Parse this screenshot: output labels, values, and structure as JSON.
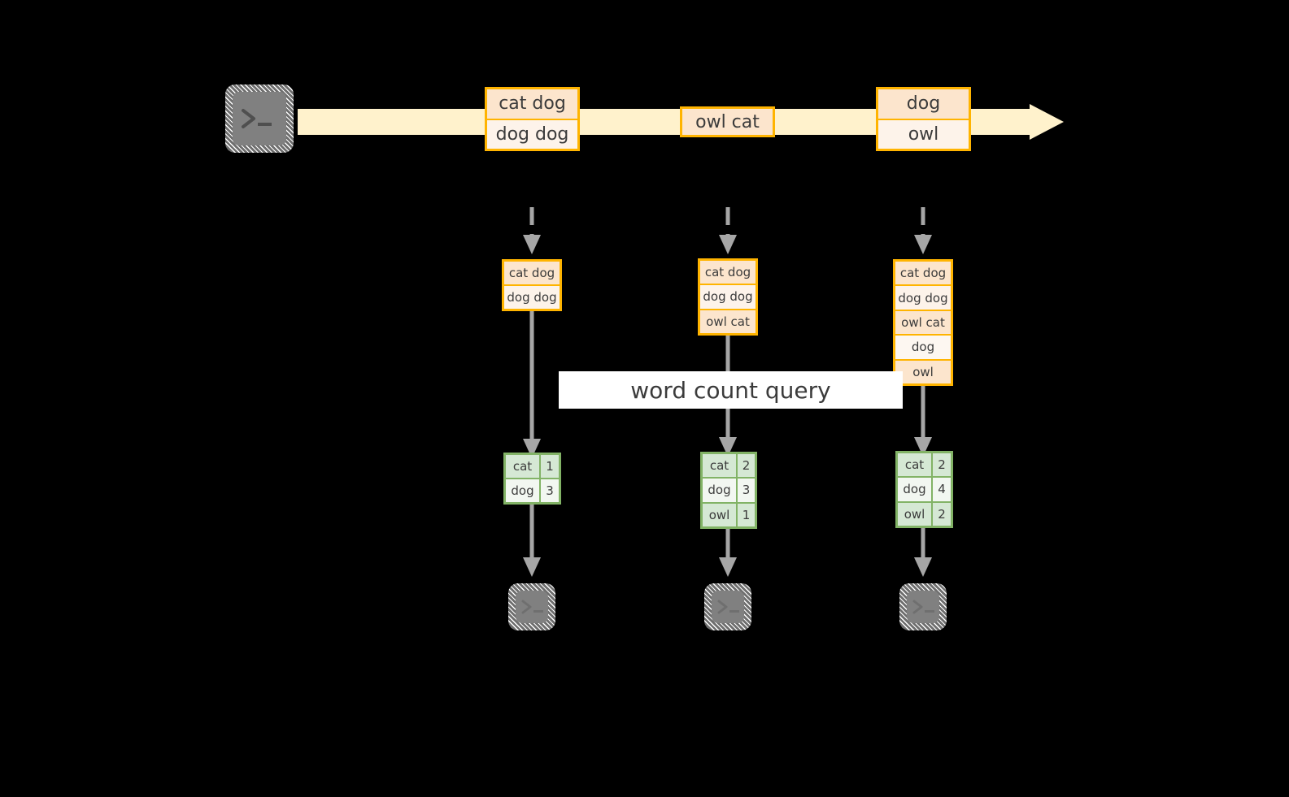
{
  "diagram": {
    "title_label": "word count query",
    "colors": {
      "background": "#000000",
      "event_border": "#FFB400",
      "event_fill": "#FCE5CD",
      "event_fill_alt": "#FDF3EA",
      "result_border": "#82B366",
      "result_fill": "#D5E8D4",
      "result_fill_alt": "#F2F7F1",
      "stream_arrow_fill": "#FFF2CC",
      "connector": "#A6A6A6",
      "terminal_fill": "#808080",
      "label_band_fill": "#FFFFFF",
      "text": "#3B3B3B"
    },
    "icons": {
      "source_terminal": "terminal-prompt-icon",
      "sink_terminal": "terminal-prompt-icon"
    }
  },
  "stream": {
    "arrow_name": "event-stream-arrow",
    "events": [
      {
        "name": "stream-event-1",
        "rows": [
          {
            "text": "cat dog"
          },
          {
            "text": "dog dog"
          }
        ]
      },
      {
        "name": "stream-event-2",
        "rows": [
          {
            "text": "owl cat"
          }
        ]
      },
      {
        "name": "stream-event-3",
        "rows": [
          {
            "text": "dog"
          },
          {
            "text": "owl"
          }
        ]
      }
    ]
  },
  "snapshots": [
    {
      "name": "snapshot-1",
      "rows": [
        {
          "text": "cat dog"
        },
        {
          "text": "dog dog"
        }
      ]
    },
    {
      "name": "snapshot-2",
      "rows": [
        {
          "text": "cat dog"
        },
        {
          "text": "dog dog"
        },
        {
          "text": "owl cat"
        }
      ]
    },
    {
      "name": "snapshot-3",
      "rows": [
        {
          "text": "cat dog"
        },
        {
          "text": "dog dog"
        },
        {
          "text": "owl cat"
        },
        {
          "text": "dog"
        },
        {
          "text": "owl"
        }
      ]
    }
  ],
  "results": [
    {
      "name": "result-table-1",
      "rows": [
        {
          "word": "cat",
          "count": "1"
        },
        {
          "word": "dog",
          "count": "3"
        }
      ]
    },
    {
      "name": "result-table-2",
      "rows": [
        {
          "word": "cat",
          "count": "2"
        },
        {
          "word": "dog",
          "count": "3"
        },
        {
          "word": "owl",
          "count": "1"
        }
      ]
    },
    {
      "name": "result-table-3",
      "rows": [
        {
          "word": "cat",
          "count": "2"
        },
        {
          "word": "dog",
          "count": "4"
        },
        {
          "word": "owl",
          "count": "2"
        }
      ]
    }
  ]
}
